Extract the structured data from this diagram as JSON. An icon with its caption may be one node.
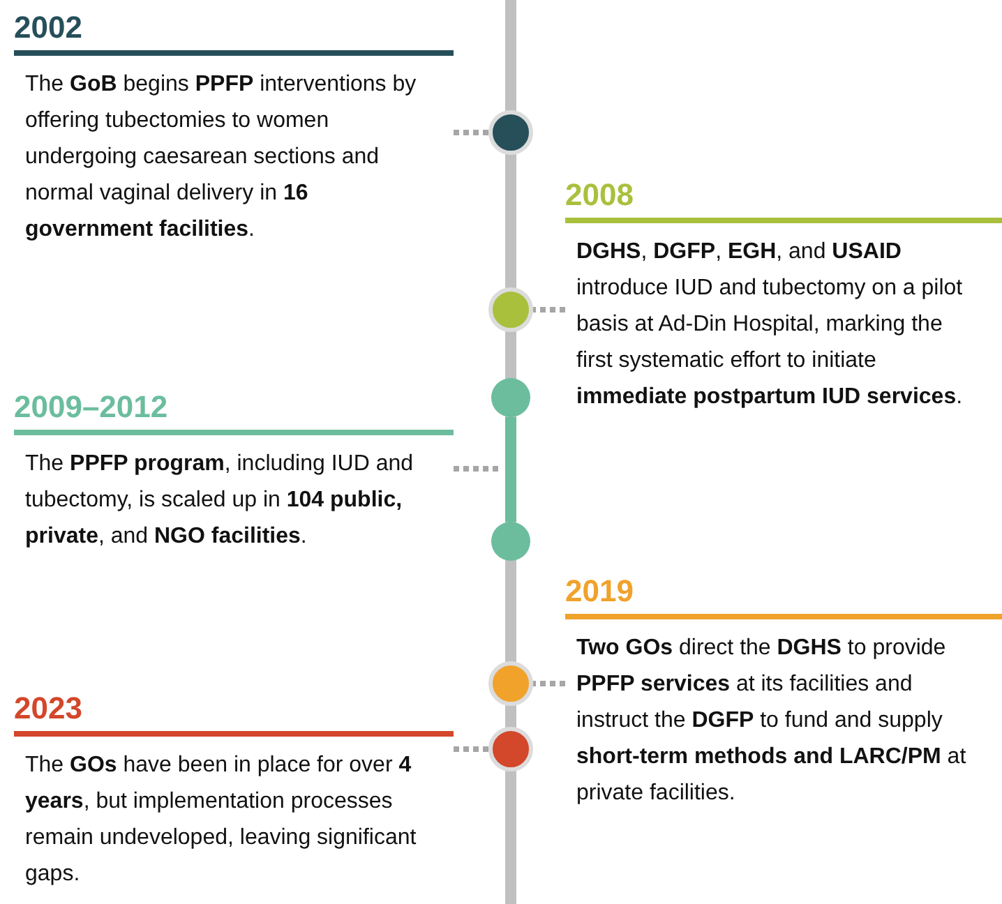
{
  "diagram": {
    "nodes": [
      {
        "text": [
          "2002",
          "The **GoB** begins **PPFP** interventions by offering tubectomies to women undergoing caesarean sections and normal vaginal delivery in **16 government facilities**."
        ]
      },
      {
        "text": [],
        "shape": "circle"
      },
      {
        "text": [
          "2008",
          "**DGHS**, **DGFP**, **EGH**, and **USAID** introduce IUD and tubectomy on a pilot basis at Ad-Din Hospital, marking the first systematic effort to initiate **immediate postpartum IUD services**."
        ]
      },
      {
        "text": [],
        "shape": "circle"
      },
      {
        "text": [],
        "shape": "circle"
      },
      {
        "text": [
          "2009–2012",
          "The **PPFP program**, including IUD and tubectomy, is scaled up in **104 public, private**, and **NGO facilities**."
        ]
      },
      {
        "text": [],
        "shape": "circle"
      },
      {
        "text": [
          "2019",
          "**Two GOs** direct the **DGHS** to provide **PPFP services** at its facilities and instruct the **DGFP** to fund and supply **short-term methods and LARC/PM** at private facilities."
        ]
      },
      {
        "text": [],
        "shape": "circle"
      },
      {
        "text": [
          "2023",
          "The **GOs** have been in place for over **4 years**, but implementation processes remain undeveloped, leaving significant gaps."
        ]
      },
      {
        "text": [],
        "shape": "circle"
      }
    ],
    "edges": [
      {
        "from": 0,
        "to": 1,
        "arrow": "none",
        "style": "dashed"
      },
      {
        "from": 2,
        "to": 3,
        "arrow": "none",
        "style": "dashed"
      },
      {
        "from": 4,
        "to": 6,
        "arrow": "none",
        "style": "thick",
        "color": "#6bbd9e"
      },
      {
        "from": 5,
        "to": null,
        "arrow": "none",
        "style": "dashed"
      },
      {
        "from": 7,
        "to": 8,
        "arrow": "none",
        "style": "dashed"
      },
      {
        "from": 9,
        "to": 10,
        "arrow": "none",
        "style": "dashed"
      }
    ]
  }
}
